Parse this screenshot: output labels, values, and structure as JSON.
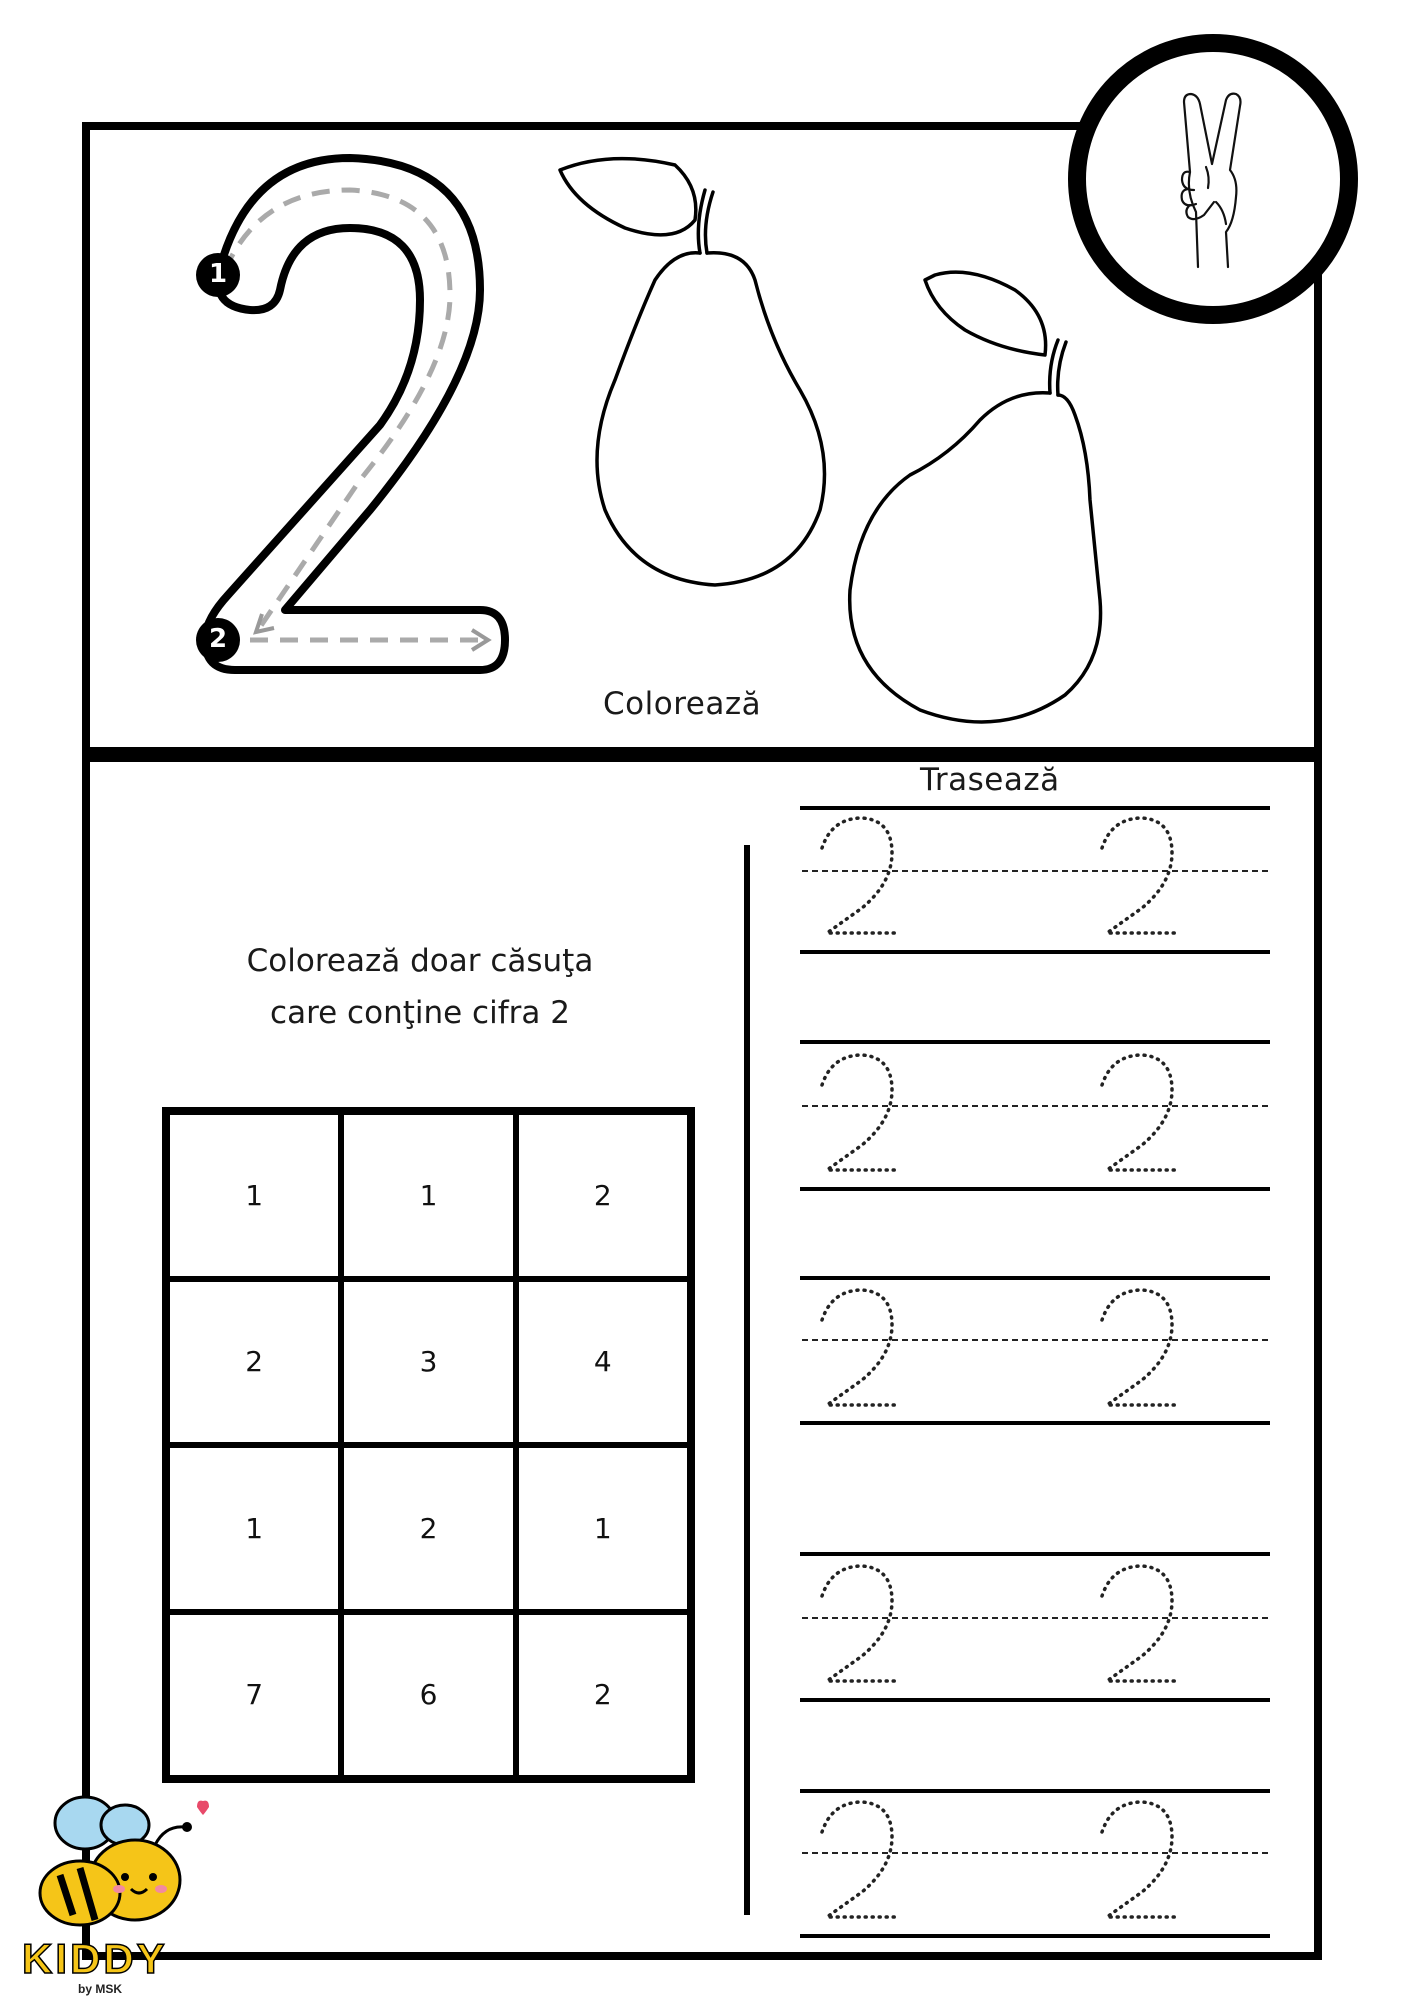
{
  "labels": {
    "color_pears": "Colorează",
    "trace": "Trasează",
    "instruction_line1": "Colorează doar căsuţa",
    "instruction_line2": "care conţine cifra 2"
  },
  "number_badges": [
    "1",
    "2"
  ],
  "big_digit": "2",
  "grid": {
    "rows": [
      [
        "1",
        "1",
        "2"
      ],
      [
        "2",
        "3",
        "4"
      ],
      [
        "1",
        "2",
        "1"
      ],
      [
        "7",
        "6",
        "2"
      ]
    ]
  },
  "trace_digit": "2",
  "logo": {
    "name": "KIDDY",
    "sub": "by MSK"
  },
  "colors": {
    "logo_yellow": "#f5c518",
    "bee_wing": "#a8d8f0",
    "heart": "#e84a6a"
  }
}
